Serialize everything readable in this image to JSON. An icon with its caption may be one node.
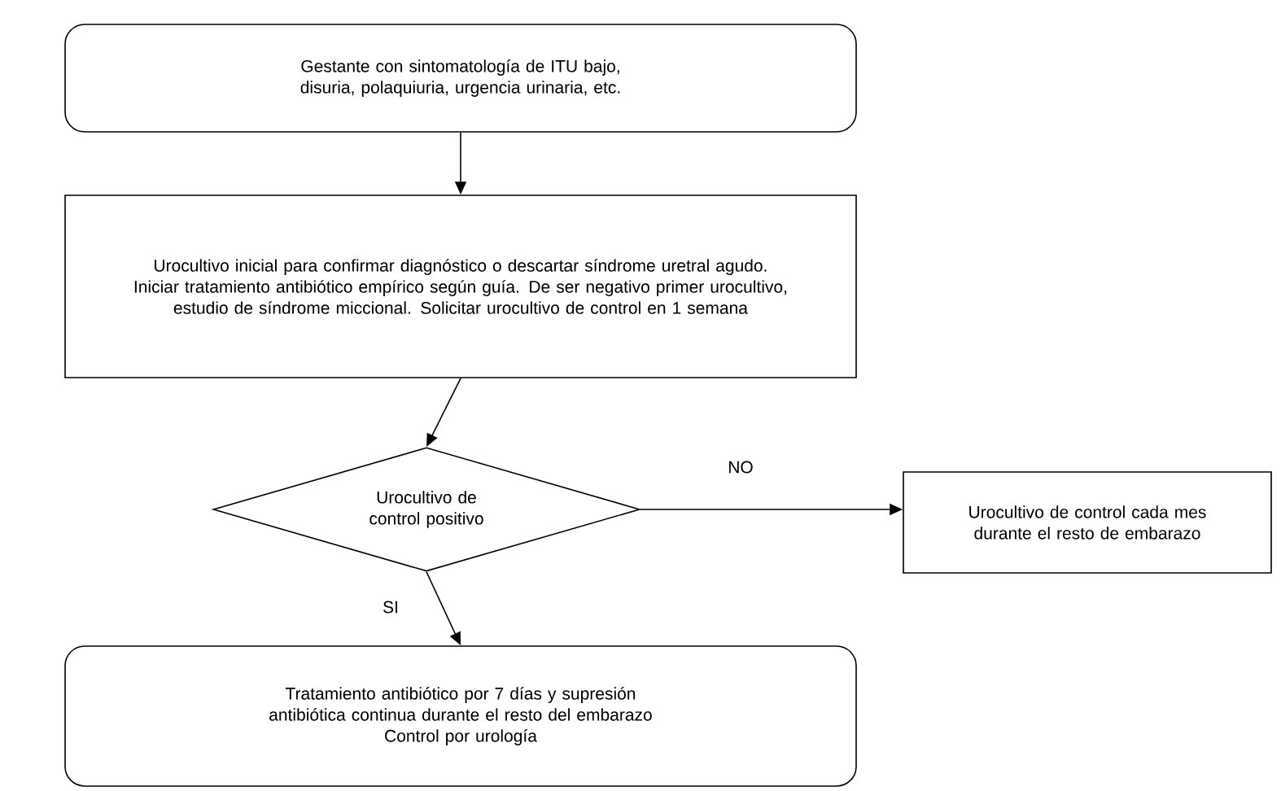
{
  "diagram": {
    "nodes": [
      {
        "text": [
          "Gestante con sintomatología de ITU bajo, disuria, polaquiuria, urgencia urinaria, etc."
        ]
      },
      {
        "text": [
          "Urocultivo inicial para confirmar diagnóstico o descartar síndrome uretral agudo. Iniciar tratamiento antibiótico empírico según guía. De ser negativo primer urocultivo, estudio de síndrome miccional. Solicitar urocultivo de control en 1 semana"
        ]
      },
      {
        "text": [
          "Urocultivo de control positivo"
        ]
      },
      {
        "text": [
          "Urocultivo de control cada mes durante el resto de embarazo"
        ]
      },
      {
        "text": [
          "Tratamiento antibiótico por 7 días y supresión antibiótica continua durante el resto del embarazo",
          "Control por urología"
        ]
      }
    ],
    "edges": [
      {
        "from": 0,
        "to": 1,
        "arrow": "to"
      },
      {
        "from": 1,
        "to": 2,
        "arrow": "to"
      },
      {
        "from": 2,
        "to": 3,
        "arrow": "to",
        "label": "NO"
      },
      {
        "from": 2,
        "to": 4,
        "arrow": "to",
        "label": "SI"
      }
    ]
  }
}
